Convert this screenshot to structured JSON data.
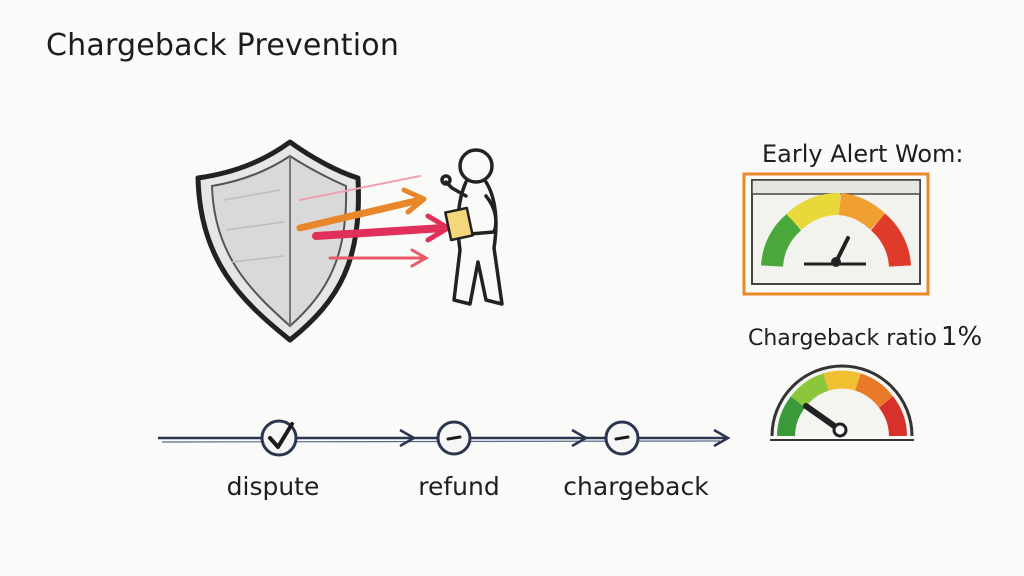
{
  "title": "Chargeback Prevention",
  "flow": {
    "steps": [
      {
        "label": "dispute",
        "icon": "check-icon"
      },
      {
        "label": "refund",
        "icon": "dash-icon"
      },
      {
        "label": "chargeback",
        "icon": "dash-icon"
      }
    ]
  },
  "alert_gauge": {
    "label": "Early Alert Wom:",
    "colors": [
      "#4aa83a",
      "#e8d83a",
      "#f0a030",
      "#e03a2a"
    ],
    "frame_color": "#e8892a"
  },
  "ratio_gauge": {
    "label": "Chargeback ratio",
    "value": "1%",
    "colors": [
      "#3a9a3a",
      "#8cc63a",
      "#f0c030",
      "#e87a2a",
      "#d8302a"
    ]
  },
  "arrows": {
    "colors": [
      "#e8862a",
      "#e0305a",
      "#e85a6a"
    ]
  }
}
